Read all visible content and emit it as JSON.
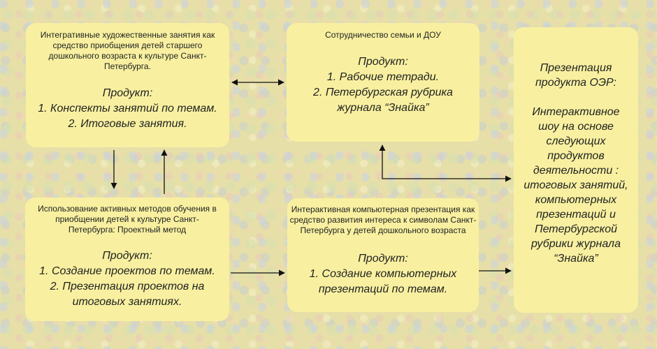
{
  "boxes": {
    "integrative": {
      "title": "Интегративные художественные занятия как средство приобщения детей старшего дошкольного возраста к культуре Санкт-Петербурга.",
      "product_lines": [
        "Продукт:",
        "1. Конспекты занятий по темам.",
        "2. Итоговые занятия."
      ]
    },
    "family": {
      "title": "Сотрудничество семьи и ДОУ",
      "product_lines": [
        "Продукт:",
        "1. Рабочие тетради.",
        "2. Петербургская рубрика",
        "журнала “Знайка”"
      ]
    },
    "methods": {
      "title": "Использование активных методов обучения в приобщении детей к культуре Санкт-Петербурга: Проектный метод",
      "product_lines": [
        "Продукт:",
        "1. Создание проектов по темам.",
        "2. Презентация проектов  на",
        "итоговых занятиях."
      ]
    },
    "computer": {
      "title": "Интерактивная компьютерная презентация как средство развития интереса к символам Санкт-Петербурга у детей дошкольного возраста",
      "product_lines": [
        "Продукт:",
        "1. Создание компьютерных",
        "презентаций по темам."
      ]
    },
    "presentation": {
      "lines": [
        "Презентация",
        "продукта ОЭР:",
        "",
        "Интерактивное",
        "шоу на основе",
        "следующих",
        "продуктов",
        "деятельности :",
        "итоговых занятий,",
        "компьютерных",
        "презентаций и",
        "Петербургской",
        "рубрики журнала",
        "“Знайка”"
      ]
    }
  },
  "colors": {
    "box_fill": "#f8f0a0",
    "arrow": "#111111",
    "text": "#222222"
  }
}
